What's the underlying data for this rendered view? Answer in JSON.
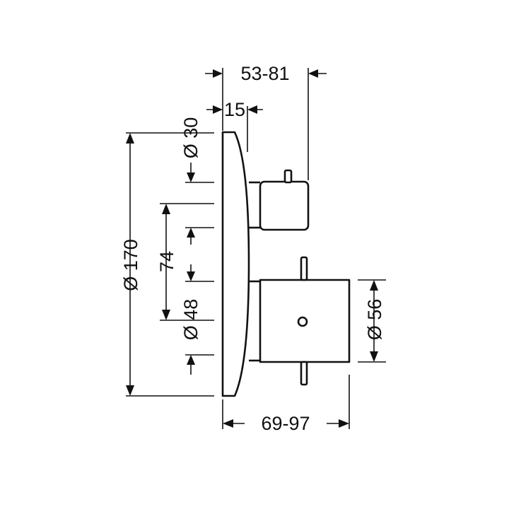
{
  "dimensions": {
    "depth_to_knob": "53-81",
    "plate_offset": "15",
    "knob_diameter": "Ø 30",
    "plate_diameter": "Ø 170",
    "axis_spacing": "74",
    "handle_hub_diameter": "Ø 48",
    "handle_diameter": "Ø 56",
    "depth_to_handle": "69-97"
  }
}
